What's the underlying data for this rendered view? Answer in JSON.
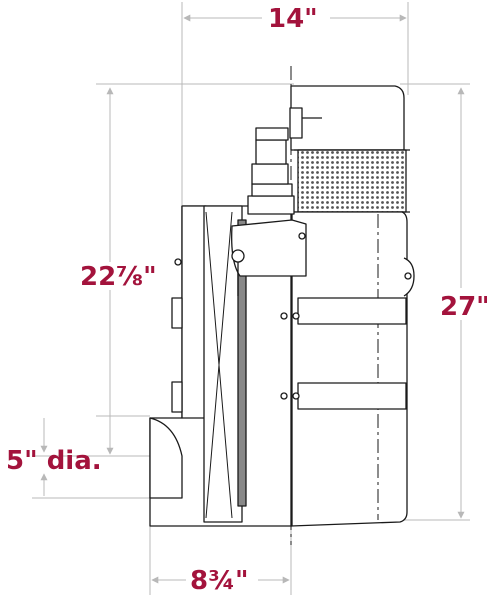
{
  "labels": {
    "width_top": "14\"",
    "height_body": "22⅞\"",
    "height_total": "27\"",
    "inlet_dia": "5\" dia.",
    "depth_bottom": "8¾\""
  },
  "colors": {
    "dimension_text": "#a3133c",
    "dimension_line": "#b8b8b8",
    "outline": "#1a1a1a",
    "background": "#ffffff"
  }
}
